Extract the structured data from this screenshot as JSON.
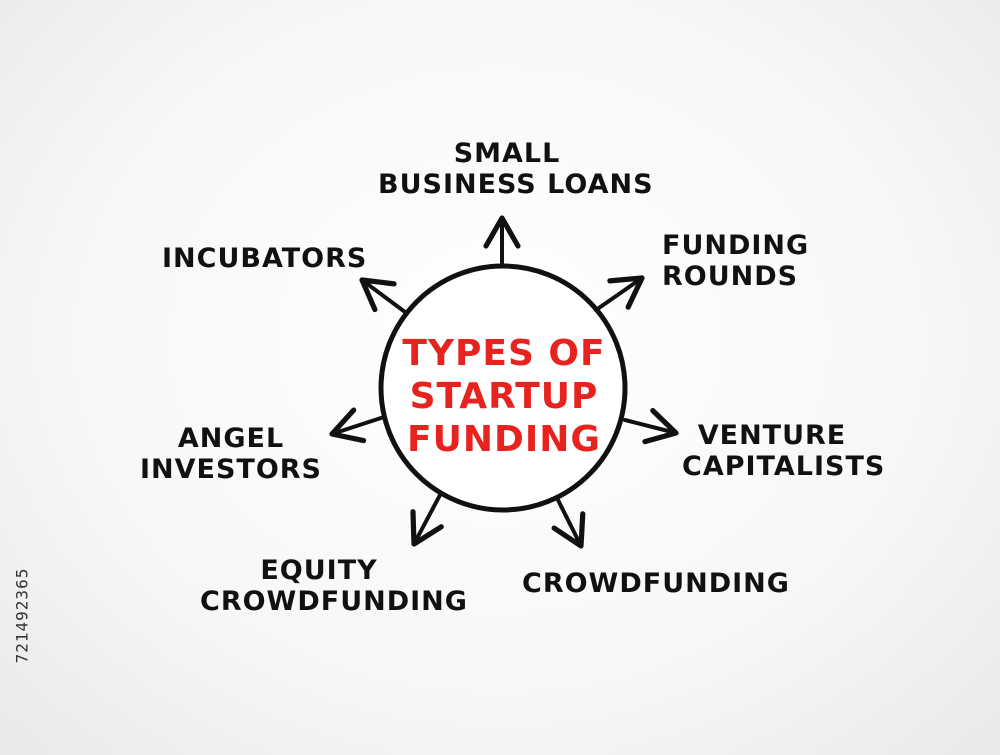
{
  "center": {
    "lines": [
      "TYPES OF",
      "STARTUP",
      "FUNDING"
    ],
    "color": "#e8231f"
  },
  "branches": [
    {
      "id": "small-business-loans",
      "lines": [
        "SMALL",
        "BUSINESS LOANS"
      ]
    },
    {
      "id": "funding-rounds",
      "lines": [
        "FUNDING",
        "ROUNDS"
      ]
    },
    {
      "id": "venture-capitalists",
      "lines": [
        "VENTURE",
        "CAPITALISTS"
      ]
    },
    {
      "id": "crowdfunding",
      "lines": [
        "CROWDFUNDING"
      ]
    },
    {
      "id": "equity-crowdfunding",
      "lines": [
        "EQUITY",
        "CROWDFUNDING"
      ]
    },
    {
      "id": "angel-investors",
      "lines": [
        "ANGEL",
        "INVESTORS"
      ]
    },
    {
      "id": "incubators",
      "lines": [
        "INCUBATORS"
      ]
    }
  ],
  "stock_id": "721492365",
  "colors": {
    "ink": "#111111",
    "accent": "#e8231f"
  }
}
